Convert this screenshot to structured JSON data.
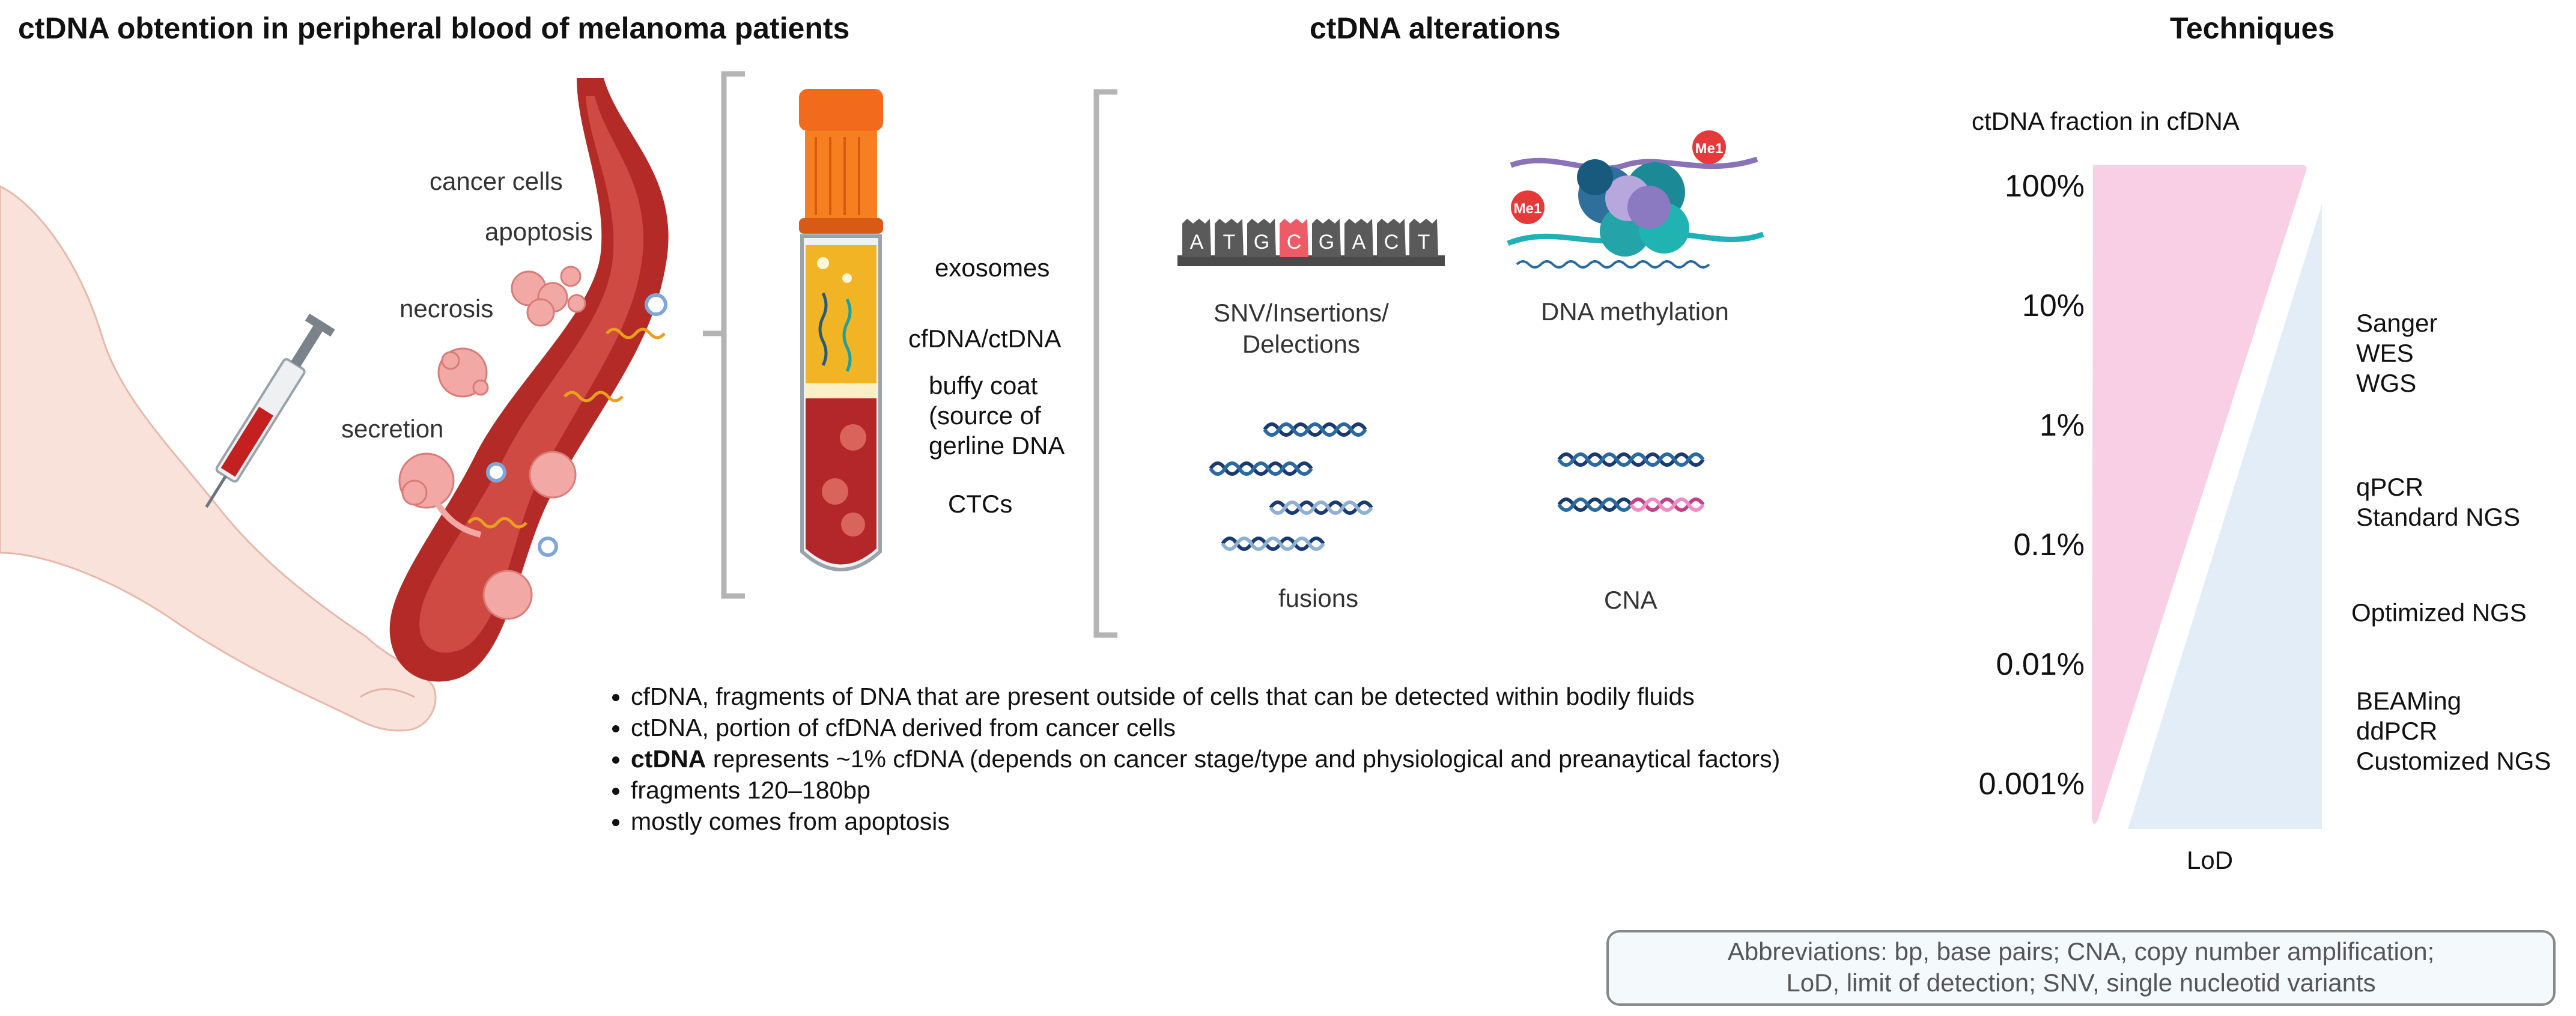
{
  "titles": {
    "left": "ctDNA obtention in peripheral blood of melanoma patients",
    "middle": "ctDNA alterations",
    "right": "Techniques"
  },
  "vessel_labels": {
    "cancer_cells": "cancer cells",
    "apoptosis": "apoptosis",
    "necrosis": "necrosis",
    "secretion": "secretion"
  },
  "tube_labels": {
    "exosomes": "exosomes",
    "cfdna": "cfDNA/ctDNA",
    "buffy_1": "buffy coat",
    "buffy_2": "(source of",
    "buffy_3": "gerline DNA",
    "ctcs": "CTCs"
  },
  "alterations": {
    "snv_1": "SNV/Insertions/",
    "snv_2": "Delections",
    "methylation": "DNA methylation",
    "fusions": "fusions",
    "cna": "CNA",
    "me_tag": "Me1",
    "bases": [
      "A",
      "T",
      "G",
      "C",
      "G",
      "A",
      "C",
      "T"
    ]
  },
  "bullets": {
    "b1": "cfDNA, fragments of DNA that are present outside of cells that can be detected within bodily fluids",
    "b2": "ctDNA, portion of cfDNA derived from cancer cells",
    "b3_bold": "ctDNA",
    "b3_rest": " represents ~1% cfDNA (depends on cancer stage/type and physiological and preanaytical factors)",
    "b4": "fragments 120–180bp",
    "b5": "mostly comes from apoptosis"
  },
  "techniques": {
    "axis_title": "ctDNA fraction in cfDNA",
    "levels": [
      "100%",
      "10%",
      "1%",
      "0.1%",
      "0.01%",
      "0.001%"
    ],
    "lod_label": "LoD",
    "groups": {
      "g1": [
        "Sanger",
        "WES",
        "WGS"
      ],
      "g2": [
        "qPCR",
        "Standard NGS"
      ],
      "g3": [
        "Optimized NGS"
      ],
      "g4": [
        "BEAMing",
        "ddPCR",
        "Customized NGS"
      ]
    },
    "colors": {
      "fraction": "#f9cfe6",
      "lod": "#e3edf8"
    }
  },
  "abbreviations": {
    "line1": "Abbreviations: bp, base pairs; CNA, copy number amplification;",
    "line2": "LoD, limit of detection; SNV, single nucleotid variants"
  }
}
